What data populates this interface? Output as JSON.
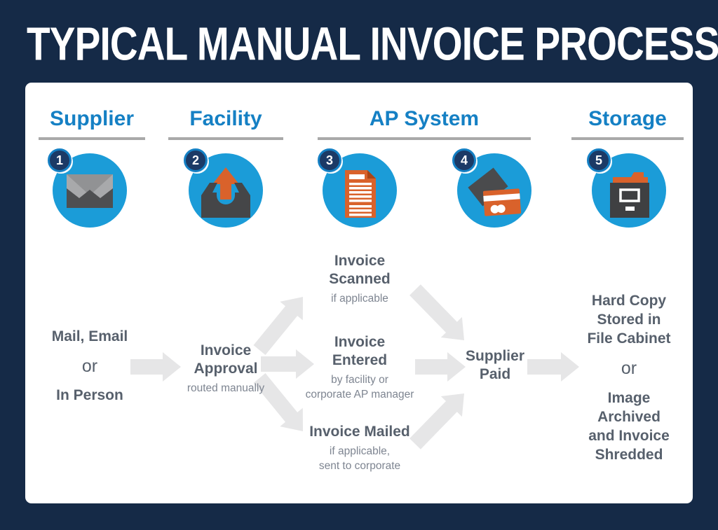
{
  "title": "TYPICAL MANUAL INVOICE PROCESS",
  "columns": [
    {
      "label": "Supplier"
    },
    {
      "label": "Facility"
    },
    {
      "label": "AP System"
    },
    {
      "label": "Storage"
    }
  ],
  "steps": [
    {
      "number": "1",
      "icon": "envelope-icon"
    },
    {
      "number": "2",
      "icon": "outbox-tray-icon"
    },
    {
      "number": "3",
      "icon": "invoice-document-icon"
    },
    {
      "number": "4",
      "icon": "payment-cards-icon"
    },
    {
      "number": "5",
      "icon": "file-cabinet-icon"
    }
  ],
  "nodes": {
    "supplier_input": {
      "top": "Mail, Email",
      "or": "or",
      "bottom": "In Person"
    },
    "invoice_approval": {
      "title": "Invoice\nApproval",
      "subtitle": "routed manually"
    },
    "invoice_scanned": {
      "title": "Invoice\nScanned",
      "subtitle": "if applicable"
    },
    "invoice_entered": {
      "title": "Invoice\nEntered",
      "subtitle": "by facility or\ncorporate AP manager"
    },
    "invoice_mailed": {
      "title": "Invoice Mailed",
      "subtitle": "if applicable,\nsent to corporate"
    },
    "supplier_paid": {
      "title": "Supplier\nPaid"
    },
    "storage_outcome": {
      "top": "Hard Copy\nStored in\nFile Cabinet",
      "or": "or",
      "bottom": "Image\nArchived\nand Invoice\nShredded"
    }
  },
  "colors": {
    "background_navy": "#152a47",
    "header_blue": "#1580c4",
    "circle_blue": "#1b9cd8",
    "icon_orange": "#d9622b",
    "icon_dark_gray": "#454648",
    "underline_gray": "#a9a9a9",
    "text_slate": "#57606c",
    "text_muted": "#7e8591",
    "arrow_gray": "#e6e6e7"
  }
}
